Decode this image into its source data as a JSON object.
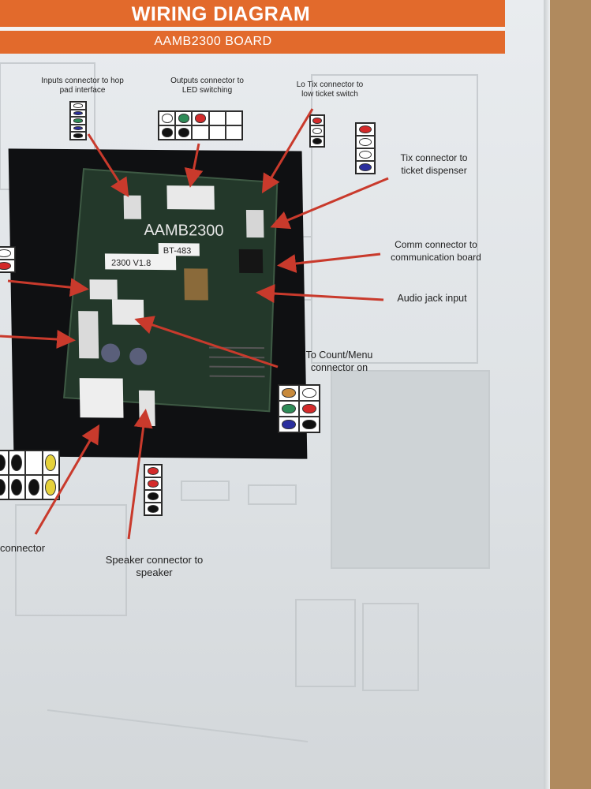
{
  "header": {
    "title": "WIRING DIAGRAM",
    "subtitle": "AAMB2300 BOARD"
  },
  "labels": {
    "inputs": "Inputs connector to hop pad interface",
    "outputs": "Outputs connector to LED switching",
    "lo_tix": "Lo Tix connector to low ticket switch",
    "tix": "Tix connector to ticket dispenser",
    "comm": "Comm connector to communication board",
    "audio": "Audio jack input",
    "count_menu": "To Count/Menu connector on",
    "speaker": "Speaker connector to speaker",
    "power_partial": "connector"
  },
  "board": {
    "model": "AAMB2300",
    "version": "2300 V1.8",
    "sticker": "BT-483"
  },
  "colors": {
    "orange": "#e26a2c",
    "arrow": "#c93a2c",
    "wire_black": "#111111",
    "wire_white": "#ffffff",
    "wire_green": "#2e8b57",
    "wire_blue": "#2b2f9e",
    "wire_red": "#d42a2a",
    "wire_yellow": "#e6d23a",
    "wire_tan": "#c88a3c"
  }
}
